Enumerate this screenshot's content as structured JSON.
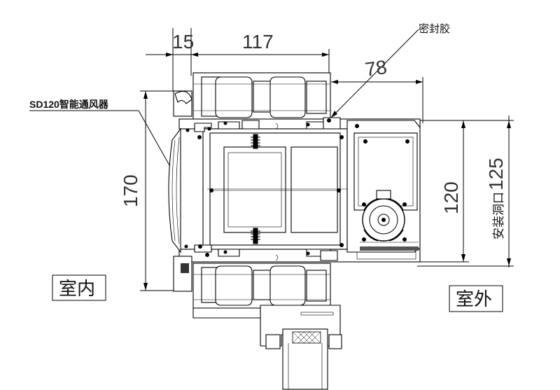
{
  "labels": {
    "seal": "密封胶",
    "ventilator": "SD120智能通风器",
    "indoor": "室内",
    "outdoor": "室外",
    "opening_prefix": "安装洞口"
  },
  "dimensions": {
    "d15": "15",
    "d117": "117",
    "d78": "78",
    "d170": "170",
    "d120": "120",
    "d125": "125"
  }
}
